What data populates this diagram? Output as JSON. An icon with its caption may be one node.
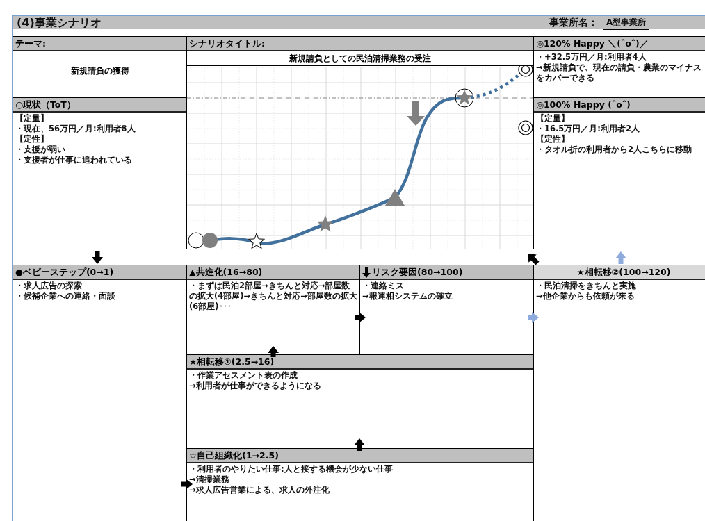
{
  "diagram": {
    "title": "(4)事業シナリオ",
    "labels": [
      "事業所名：",
      "A型事業所"
    ],
    "nodes": [
      {
        "text": [
          "テーマ:",
          "新規請負の獲得"
        ]
      },
      {
        "text": [
          "シナリオタイトル:",
          "新規請負としての民泊清掃業務の受注"
        ]
      },
      {
        "text": [
          "○現状（ToT）",
          "【定量】",
          "・現在、56万円／月:利用者8人",
          "【定性】",
          "・支援が弱い",
          "・支援者が仕事に追われている"
        ]
      },
      {
        "text": [
          "◎120% Happy ＼(ˆoˆ)／",
          "・+32.5万円／月:利用者4人",
          "→新規請負で、現在の請負・農業のマイナスをカバーできる"
        ]
      },
      {
        "text": [
          "◎100% Happy (ˆoˆ)",
          "【定量】",
          "・16.5万円／月:利用者2人",
          "【定性】",
          "・タオル折の利用者から2人こちらに移動"
        ]
      },
      {
        "text": [
          "●ベビーステップ(0→1)",
          "・求人広告の探索",
          "・候補企業への連絡・面談"
        ]
      },
      {
        "text": [
          "▲共進化(16→80)",
          "・まずは民泊2部屋→きちんと対応→部屋数の拡大(4部屋)→きちんと対応→部屋数の拡大(6部屋)･･･"
        ]
      },
      {
        "text": [
          "リスク要因(80→100)",
          "・連絡ミス",
          "→報連相システムの確立"
        ]
      },
      {
        "text": [
          "★相転移②(100→120)",
          "・民泊清掃をきちんと実施",
          "→他企業からも依頼が来る"
        ]
      },
      {
        "text": [
          "★相転移①(2.5→16)",
          "・作業アセスメント表の作成",
          "→利用者が仕事ができるようになる"
        ]
      },
      {
        "text": [
          "☆自己組織化(1→2.5)",
          "・利用者のやりたい仕事:人と接する機会が少ない仕事",
          "→清掃業務",
          "→求人広告営業による、求人の外注化"
        ]
      }
    ],
    "edges": [
      {
        "from": 2,
        "to": 5,
        "arrow": "to"
      },
      {
        "from": 5,
        "to": 10,
        "arrow": "to"
      },
      {
        "from": 10,
        "to": 9,
        "arrow": "to"
      },
      {
        "from": 9,
        "to": 6,
        "arrow": "to"
      },
      {
        "from": 6,
        "to": 7,
        "arrow": "to"
      },
      {
        "from": 7,
        "to": 8,
        "arrow": "to",
        "color": "#8faadc"
      },
      {
        "from": 8,
        "to": 4,
        "arrow": "to",
        "color": "#8faadc"
      },
      {
        "from": 7,
        "to": 1,
        "arrow": "to"
      }
    ]
  }
}
